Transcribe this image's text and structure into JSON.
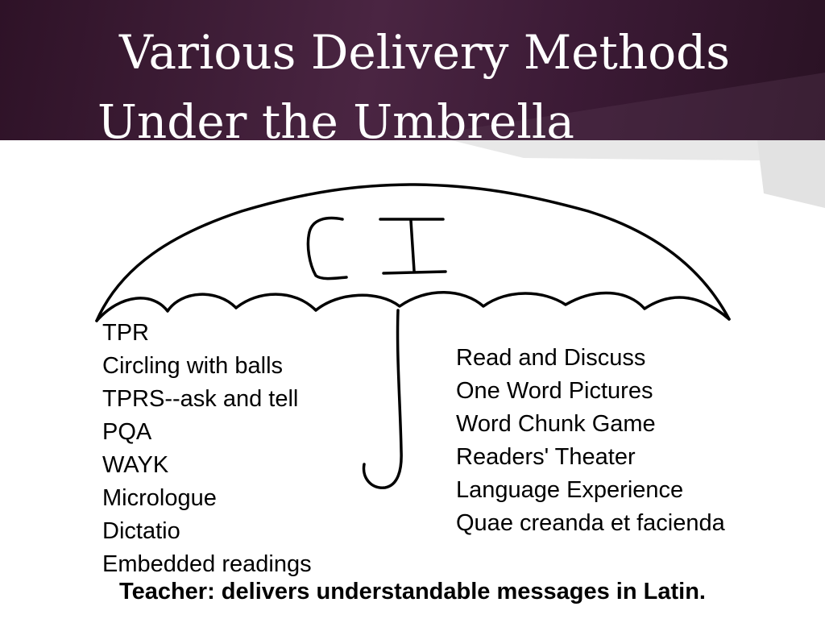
{
  "slide": {
    "title_line1": "Various Delivery Methods",
    "title_line2": "Under the Umbrella",
    "umbrella_label": "CI",
    "left_methods": [
      "TPR",
      "Circling with balls",
      "TPRS--ask and tell",
      "PQA",
      "WAYK",
      "Micrologue",
      "Dictatio",
      "Embedded readings"
    ],
    "right_methods": [
      "Read and Discuss",
      "One Word Pictures",
      "Word Chunk Game",
      "Readers' Theater",
      "Language Experience",
      "Quae creanda et facienda"
    ],
    "footer": "Teacher: delivers understandable messages in Latin."
  },
  "colors": {
    "title_band": "#3b1a35",
    "title_text": "#ffffff",
    "ink": "#000000"
  }
}
